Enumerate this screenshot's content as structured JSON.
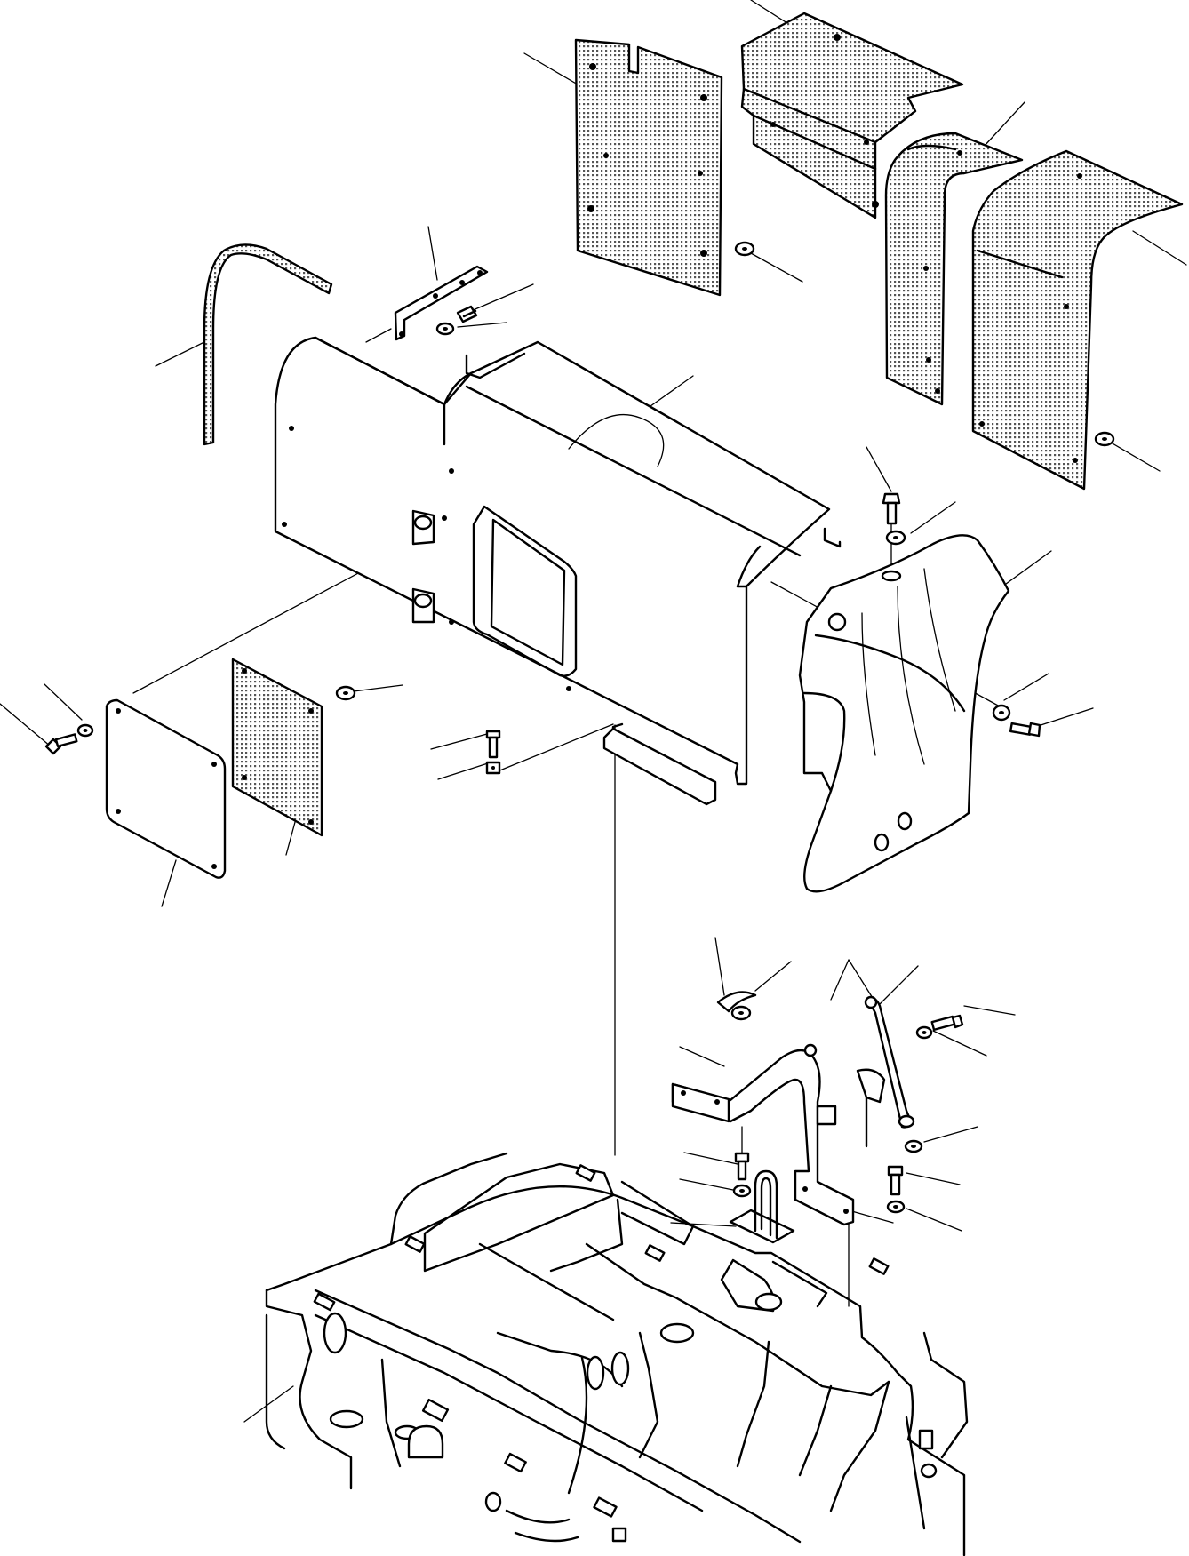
{
  "diagram": {
    "kind": "exploded parts diagram",
    "labels": [],
    "colors": {
      "ink": "#000000",
      "paper": "#ffffff",
      "mat_texture": "#555555"
    },
    "parts": [
      "insulation-mat-left",
      "insulation-mat-top",
      "insulation-mat-curved-mid",
      "insulation-mat-curved-right",
      "rubber-seal-strip",
      "hood-hinge-bracket",
      "engine-hood-cover",
      "side-cover-plate",
      "cover-insulation-mat",
      "fan-shroud",
      "hood-support-stand",
      "lifting-eye-bracket",
      "stay-rod",
      "upper-frame"
    ]
  }
}
